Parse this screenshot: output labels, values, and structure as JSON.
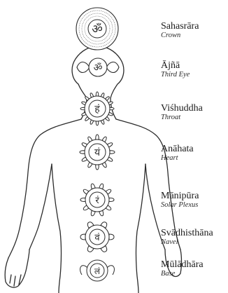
{
  "chakras": [
    {
      "id": "sahasrara",
      "name": "Sahasrāra",
      "english": "Crown",
      "glyph": "ॐ"
    },
    {
      "id": "ajna",
      "name": "Ājñā",
      "english": "Third Eye",
      "glyph": "ॐ"
    },
    {
      "id": "vishuddha",
      "name": "Viśhuddha",
      "english": "Throat",
      "glyph": "हं"
    },
    {
      "id": "anahata",
      "name": "Anāhata",
      "english": "Heart",
      "glyph": "यं"
    },
    {
      "id": "manipura",
      "name": "Mānipūra",
      "english": "Solar Plexus",
      "glyph": "रं"
    },
    {
      "id": "svadhisthana",
      "name": "Svādhisthāna",
      "english": "Navel",
      "glyph": "वं"
    },
    {
      "id": "muladhara",
      "name": "Mūlādhāra",
      "english": "Base",
      "glyph": "लं"
    }
  ],
  "colors": {
    "line": "#2b2b2b",
    "text": "#1a1a1a",
    "background": "#ffffff"
  }
}
